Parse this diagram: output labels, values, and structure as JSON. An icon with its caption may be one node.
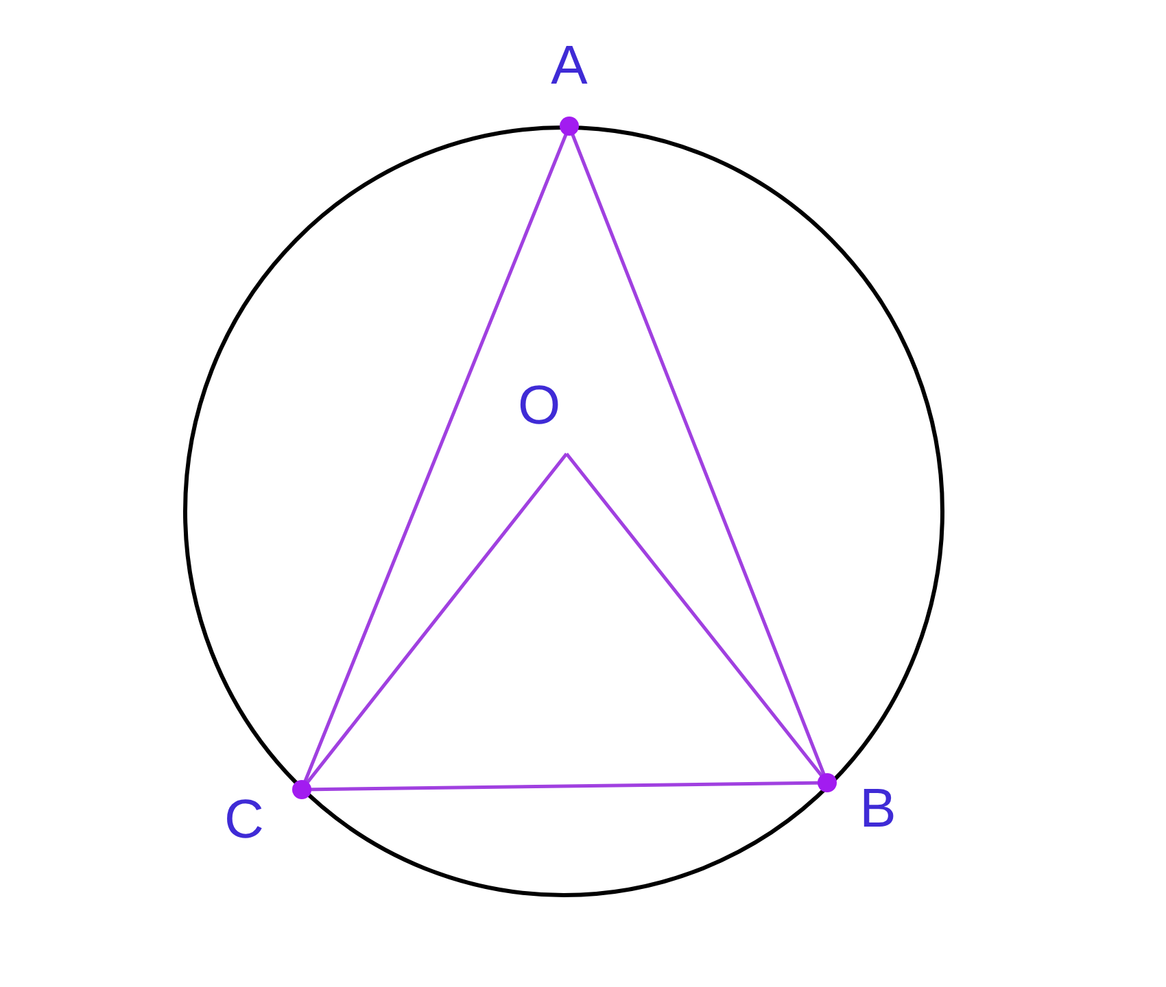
{
  "diagram": {
    "nodes": [
      {
        "text": [
          "A"
        ]
      },
      {
        "text": [
          "O"
        ]
      },
      {
        "text": [
          "C"
        ]
      },
      {
        "text": [
          "B"
        ]
      }
    ],
    "edges": [
      {
        "from": 0,
        "to": 2,
        "arrow": "none"
      },
      {
        "from": 0,
        "to": 3,
        "arrow": "none"
      },
      {
        "from": 2,
        "to": 3,
        "arrow": "none"
      },
      {
        "from": 1,
        "to": 2,
        "arrow": "none"
      },
      {
        "from": 1,
        "to": 3,
        "arrow": "none"
      }
    ]
  }
}
